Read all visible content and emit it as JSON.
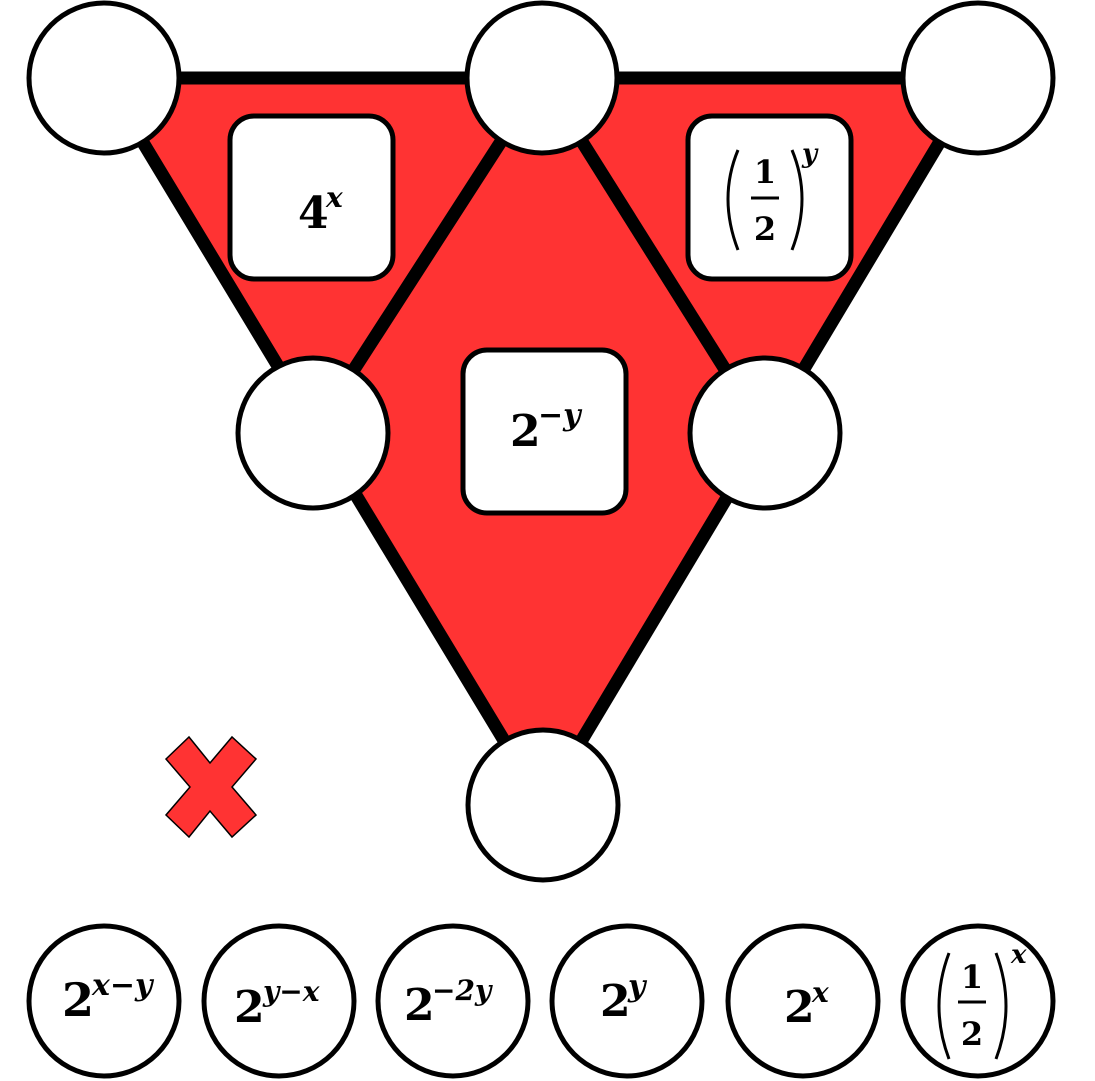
{
  "colors": {
    "triangle_fill": "#ff3333",
    "outline": "#000000",
    "node_fill": "#ffffff",
    "cross_fill": "#ff3333"
  },
  "puzzle": {
    "empty_nodes": [
      {
        "id": "top-left",
        "value": ""
      },
      {
        "id": "top-middle",
        "value": ""
      },
      {
        "id": "top-right",
        "value": ""
      },
      {
        "id": "mid-left",
        "value": ""
      },
      {
        "id": "mid-right",
        "value": ""
      },
      {
        "id": "bottom",
        "value": ""
      }
    ],
    "clue_tiles": {
      "left": {
        "base": "4",
        "exponent": "x"
      },
      "center": {
        "base": "2",
        "exponent": "−y"
      },
      "right": {
        "frac_num": "1",
        "frac_den": "2",
        "exponent": "y"
      }
    }
  },
  "tray": {
    "items": [
      {
        "base": "2",
        "exponent": "x−y"
      },
      {
        "base": "2",
        "exponent": "y−x"
      },
      {
        "base": "2",
        "exponent": "−2y"
      },
      {
        "base": "2",
        "exponent": "y"
      },
      {
        "base": "2",
        "exponent": "x"
      },
      {
        "frac_num": "1",
        "frac_den": "2",
        "exponent": "x"
      }
    ]
  },
  "status": {
    "icon": "cross-icon",
    "meaning": "incorrect"
  }
}
